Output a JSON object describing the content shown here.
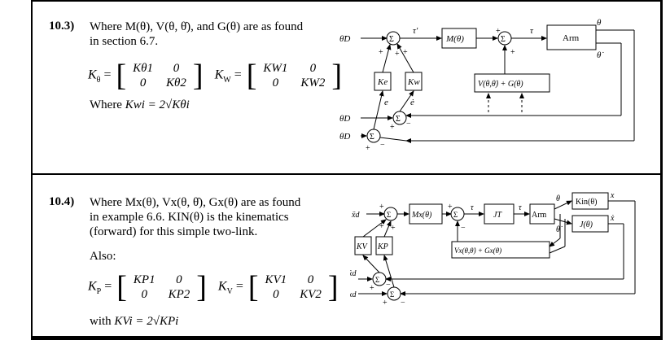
{
  "problems": [
    {
      "number": "10.3)",
      "text_line1": "Where M(θ), V(θ, θ̇), and G(θ) are as found",
      "text_line2": "in section 6.7.",
      "gain_k_label": "K",
      "gain_k_sub": "θ",
      "matrix_a": [
        [
          "Kθ1",
          "0"
        ],
        [
          "0",
          "Kθ2"
        ]
      ],
      "gain_w_label": "K",
      "gain_w_sub": "W",
      "matrix_b": [
        [
          "KW1",
          "0"
        ],
        [
          "0",
          "KW2"
        ]
      ],
      "where_text": "Where",
      "where_expr": "Kwi = 2√Kθi",
      "diagram": {
        "in_accel": "θ̈D",
        "in_vel": "θ̇D",
        "in_pos": "θD",
        "tau_prime": "τ′",
        "tau": "τ",
        "block_mass": "M(θ)",
        "block_arm": "Arm",
        "block_vg": "V(θ,θ̇) + G(θ)",
        "block_ke": "Ke",
        "block_kw": "Kw",
        "err": "e",
        "err_dot": "ė",
        "out_pos": "θ",
        "out_vel": "θ̇",
        "sum": "Σ"
      }
    },
    {
      "number": "10.4)",
      "text_line1": "Where Mx(θ), Vx(θ, θ̇), Gx(θ) are as found",
      "text_line2": "in example 6.6. KIN(θ) is the kinematics",
      "text_line3": "(forward) for this simple two-link.",
      "also": "Also:",
      "gain_p_label": "K",
      "gain_p_sub": "P",
      "matrix_a": [
        [
          "KP1",
          "0"
        ],
        [
          "0",
          "KP2"
        ]
      ],
      "gain_v_label": "K",
      "gain_v_sub": "V",
      "matrix_b": [
        [
          "KV1",
          "0"
        ],
        [
          "0",
          "KV2"
        ]
      ],
      "with_text": "with",
      "with_expr": "KVi = 2√KPi",
      "diagram": {
        "in_accel": "ẍd",
        "in_vel": "ẋd",
        "in_pos": "xd",
        "tau": "τ",
        "block_mass": "Mx(θ)",
        "block_jt": "JT",
        "block_arm": "Arm",
        "block_kin": "Kin(θ)",
        "block_j": "J(θ)",
        "block_vg": "Vx(θ,θ̇) + Gx(θ)",
        "block_kv": "KV",
        "block_kp": "KP",
        "out_theta": "θ",
        "out_theta_dot": "θ̇",
        "out_x": "x",
        "out_xdot": "ẋ",
        "sum": "Σ"
      }
    }
  ]
}
